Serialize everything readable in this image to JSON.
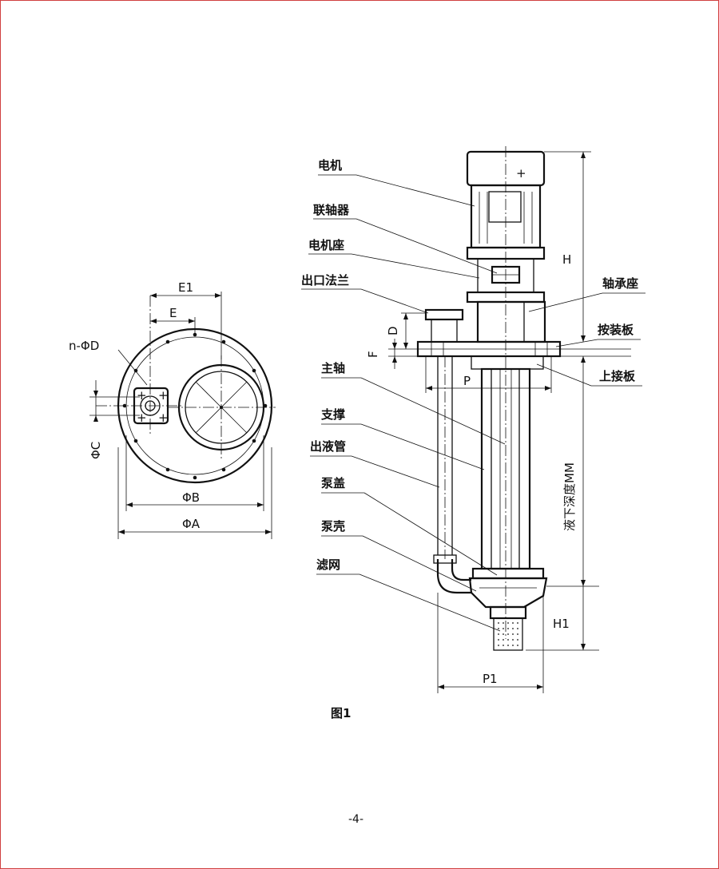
{
  "plan_view": {
    "labels": {
      "e1": "E1",
      "e": "E",
      "n_phi_d": "n-ΦD",
      "phi_c": "ΦC",
      "phi_b": "ΦB",
      "phi_a": "ΦA"
    }
  },
  "elevation_view": {
    "part_labels": {
      "motor": "电机",
      "coupling": "联轴器",
      "motor_seat": "电机座",
      "outlet_flange": "出口法兰",
      "bearing_seat": "轴承座",
      "mounting_plate": "按装板",
      "upper_plate": "上接板",
      "main_shaft": "主轴",
      "support": "支撑",
      "outlet_pipe": "出液管",
      "pump_cover": "泵盖",
      "pump_casing": "泵壳",
      "strainer": "滤网"
    },
    "dimension_labels": {
      "h": "H",
      "d": "D",
      "f": "F",
      "p": "P",
      "depth": "液下深度MM",
      "h1": "H1",
      "p1": "P1"
    }
  },
  "caption": "图1",
  "page_number": "-4-"
}
